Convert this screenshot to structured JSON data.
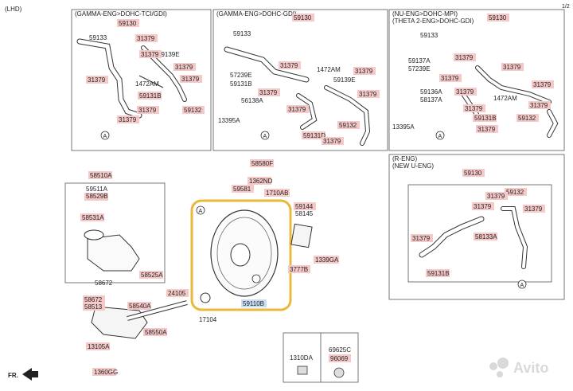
{
  "corner": {
    "lhd": "(LHD)",
    "page_ref": "1/2"
  },
  "sections": {
    "gamma_tci": {
      "title": "(GAMMA-ENG>DOHC-TCI/GDI)"
    },
    "gamma_gdi": {
      "title": "(GAMMA-ENG>DOHC-GDI)"
    },
    "nu_theta": {
      "title1": "(NU-ENG>DOHC-MPI)",
      "title2": "(THETA 2-ENG>DOHC-GDI)"
    },
    "r_eng": {
      "title1": "(R-ENG)",
      "title2": "(NEW U-ENG)"
    }
  },
  "parts": {
    "p59130": "59130",
    "p59133": "59133",
    "p31379": "31379",
    "p59139E": "59139E",
    "p1472AM": "1472AM",
    "p59131B": "59131B",
    "p59132": "59132",
    "p57239E": "57239E",
    "p56138A": "56138A",
    "p13395A": "13395A",
    "p59131D": "59131D",
    "p59137A": "59137A",
    "p59136A": "59136A",
    "p58137A": "58137A",
    "p58510A": "58510A",
    "p59511A": "59511A",
    "p58529B": "58529B",
    "p58531A": "58531A",
    "p58525A": "58525A",
    "p58672": "58672",
    "p58672b": "58672",
    "p58513": "58513",
    "p58540A": "58540A",
    "p58550A": "58550A",
    "p24105": "24105",
    "p13105A": "13105A",
    "p1360GG": "1360GG",
    "p58580F": "58580F",
    "p1362ND": "1362ND",
    "p59581": "59581",
    "p1710AB": "1710AB",
    "p59144": "59144",
    "p58145": "58145",
    "p1339GA": "1339GA",
    "p3777B": "3777B",
    "p59110B": "59110B",
    "p17104": "17104",
    "p59132r": "59132",
    "p58133A": "58133A",
    "p59131B_r": "59131B",
    "p1310DA": "1310DA",
    "p69625C": "69625C",
    "p96069": "96069"
  },
  "marker": {
    "a": "A"
  },
  "footer": {
    "fr": "FR.",
    "watermark": "Avito"
  },
  "colors": {
    "highlight": "#E8B93A",
    "label_fill": "#F6C9C9",
    "blue_fill": "#C9DDF5",
    "line": "#333333"
  }
}
